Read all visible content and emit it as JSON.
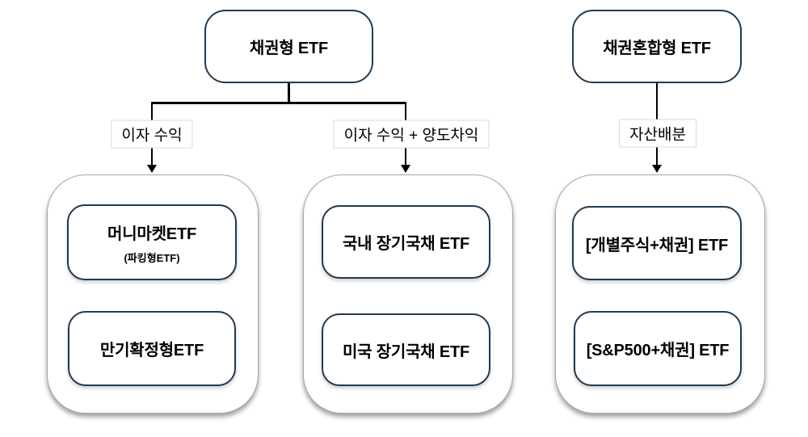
{
  "colors": {
    "box_border_navy": "#1f3a52",
    "container_border_gray": "#a6a6a6",
    "edge_label_border": "#d9d9d9",
    "connector_black": "#000000",
    "background": "#ffffff"
  },
  "tree_bond": {
    "root_label": "채권형 ETF",
    "branches": [
      {
        "edge_label": "이자 수익",
        "items": [
          {
            "title": "머니마켓ETF",
            "subtitle": "(파킹형ETF)"
          },
          {
            "title": "만기확정형ETF"
          }
        ]
      },
      {
        "edge_label": "이자 수익 + 양도차익",
        "items": [
          {
            "title": "국내 장기국채 ETF"
          },
          {
            "title": "미국 장기국채 ETF"
          }
        ]
      }
    ]
  },
  "tree_bond_mixed": {
    "root_label": "채권혼합형 ETF",
    "branches": [
      {
        "edge_label": "자산배분",
        "items": [
          {
            "title": "[개별주식+채권] ETF"
          },
          {
            "title": "[S&P500+채권] ETF"
          }
        ]
      }
    ]
  }
}
